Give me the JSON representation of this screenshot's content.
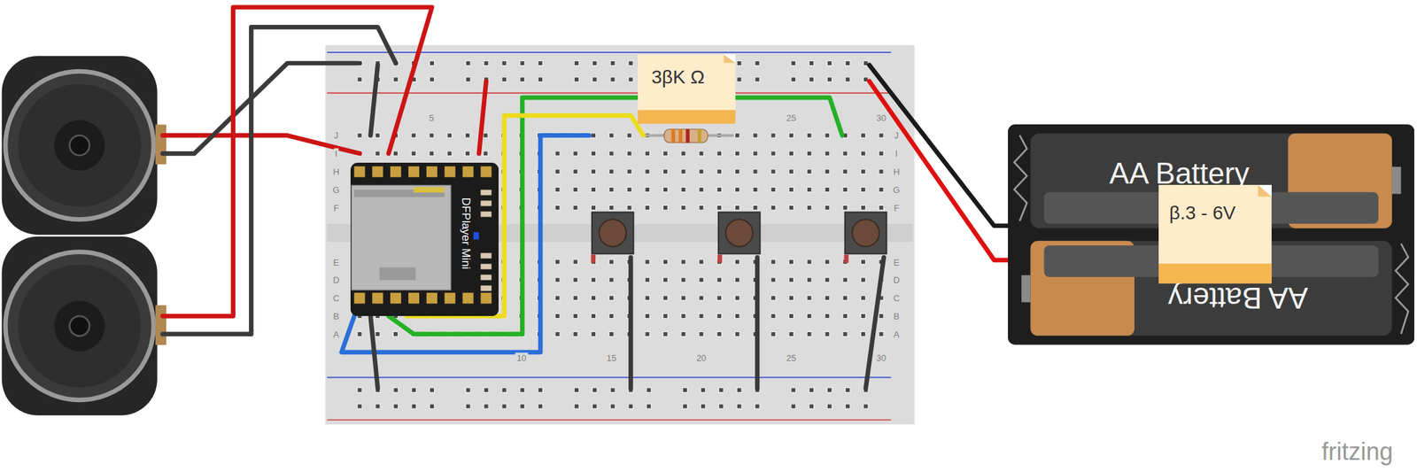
{
  "diagram": {
    "nodes": [
      {
        "text": [
          "DFPlayer Mini"
        ]
      },
      {
        "text": [
          "3βK Ω"
        ]
      },
      {
        "text": [
          "AA Battery",
          "AA Battery"
        ]
      },
      {
        "text": [
          "β.3 - 6V"
        ]
      }
    ],
    "labels": [
      "5",
      "25",
      "30",
      "10",
      "15",
      "20",
      "25",
      "30",
      "J",
      "I",
      "H",
      "G",
      "F",
      "E",
      "D",
      "C",
      "B",
      "A",
      "J",
      "I",
      "H",
      "G",
      "F",
      "E",
      "D",
      "C",
      "B",
      "A",
      "fritzing"
    ]
  }
}
